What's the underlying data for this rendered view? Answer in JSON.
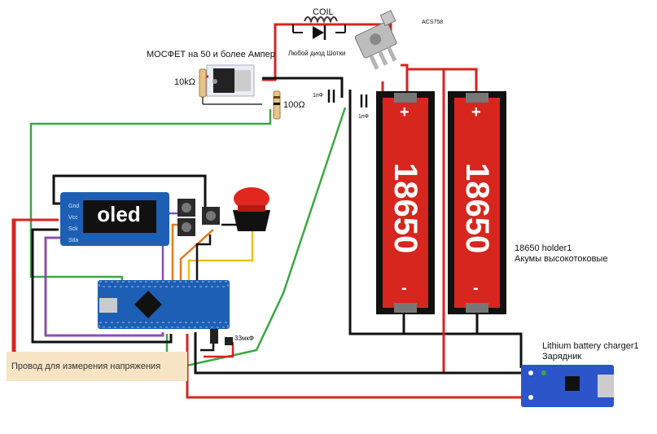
{
  "labels": {
    "coil": "COIL",
    "acs": "ACS758",
    "mosfet": "МОСФЕТ на 50 и более Ампер",
    "r10k": "10kΩ",
    "r100": "100Ω",
    "diode": "Любой диод Шотки",
    "cap1": "1пФ",
    "cap2": "1пФ",
    "holder1": "18650 holder1",
    "holder2": "Акумы высокотоковые",
    "charger1": "Lithium battery charger1",
    "charger2": "Зарядник",
    "cap33": "33мкФ",
    "probe_wire": "Провод для измерения напряжения",
    "oled": "oled"
  },
  "oled_pins": [
    "Gnd",
    "Vcc",
    "Sck",
    "Sda"
  ],
  "cells": [
    {
      "text": "18650",
      "plus": "+",
      "minus": "-"
    },
    {
      "text": "18650",
      "plus": "+",
      "minus": "-"
    }
  ],
  "colors": {
    "red_wire": "#d9231f",
    "black_wire": "#111111",
    "green_wire": "#3aa844",
    "purple_wire": "#8a4fb0",
    "orange_wire": "#e07b1c",
    "yellow_wire": "#e6c21a",
    "battery_red": "#d6261e",
    "board_blue": "#1d5fb4"
  }
}
